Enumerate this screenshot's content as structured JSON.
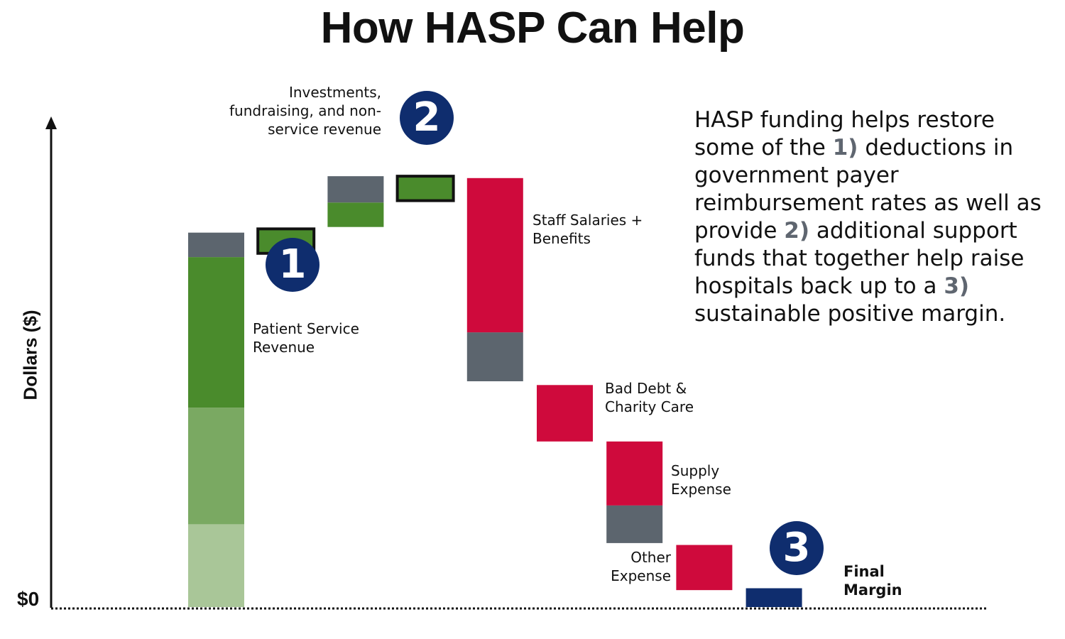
{
  "title": "How HASP Can Help",
  "note": {
    "parts": [
      {
        "text": "HASP funding helps restore some of the "
      },
      {
        "text": "1)",
        "num": true
      },
      {
        "text": " deductions in government payer reimbursement rates as  well as provide "
      },
      {
        "text": "2)",
        "num": true
      },
      {
        "text": " additional support funds that together help raise hospitals back up to a "
      },
      {
        "text": "3)",
        "num": true
      },
      {
        "text": " sustainable positive margin."
      }
    ]
  },
  "badges": [
    "1",
    "2",
    "3"
  ],
  "colors": {
    "green": "#4a8b2c",
    "green_mid": "#7aa962",
    "green_light": "#a9c698",
    "gray": "#5c656e",
    "red": "#cf0a3c",
    "navy": "#0f2d6e"
  },
  "chart_data": {
    "type": "bar",
    "subtype": "waterfall",
    "ylabel": "Dollars ($)",
    "y_tick_labels": [
      "$0"
    ],
    "ylim": [
      0,
      100
    ],
    "grid": false,
    "categories": [
      "Patient Service\nRevenue",
      "",
      "Investments,\nfundraising, and non-\nservice revenue",
      "",
      "Staff Salaries +\nBenefits",
      "Bad Debt &\nCharity Care",
      "Supply\nExpense",
      "Other\nExpense",
      "Final\nMargin"
    ],
    "bars": [
      {
        "base": 0,
        "segments": [
          {
            "value": 22,
            "color": "green_light"
          },
          {
            "value": 31,
            "color": "green_mid"
          },
          {
            "value": 40,
            "color": "green"
          },
          {
            "value": 6.5,
            "color": "gray"
          }
        ]
      },
      {
        "base": 94,
        "segments": [
          {
            "value": 6.5,
            "color": "green",
            "outlined": true
          }
        ]
      },
      {
        "base": 101,
        "segments": [
          {
            "value": 6.5,
            "color": "green"
          },
          {
            "value": 7,
            "color": "gray"
          }
        ]
      },
      {
        "base": 108,
        "segments": [
          {
            "value": 6.5,
            "color": "green",
            "outlined": true
          }
        ]
      },
      {
        "base": 60,
        "segments": [
          {
            "value": 13,
            "color": "gray"
          },
          {
            "value": 41,
            "color": "red"
          }
        ]
      },
      {
        "base": 44,
        "segments": [
          {
            "value": 15,
            "color": "red"
          }
        ]
      },
      {
        "base": 17,
        "segments": [
          {
            "value": 10,
            "color": "gray"
          },
          {
            "value": 17,
            "color": "red"
          }
        ]
      },
      {
        "base": 4.5,
        "segments": [
          {
            "value": 12,
            "color": "red"
          }
        ]
      },
      {
        "base": 0,
        "segments": [
          {
            "value": 5,
            "color": "navy"
          }
        ]
      }
    ]
  }
}
